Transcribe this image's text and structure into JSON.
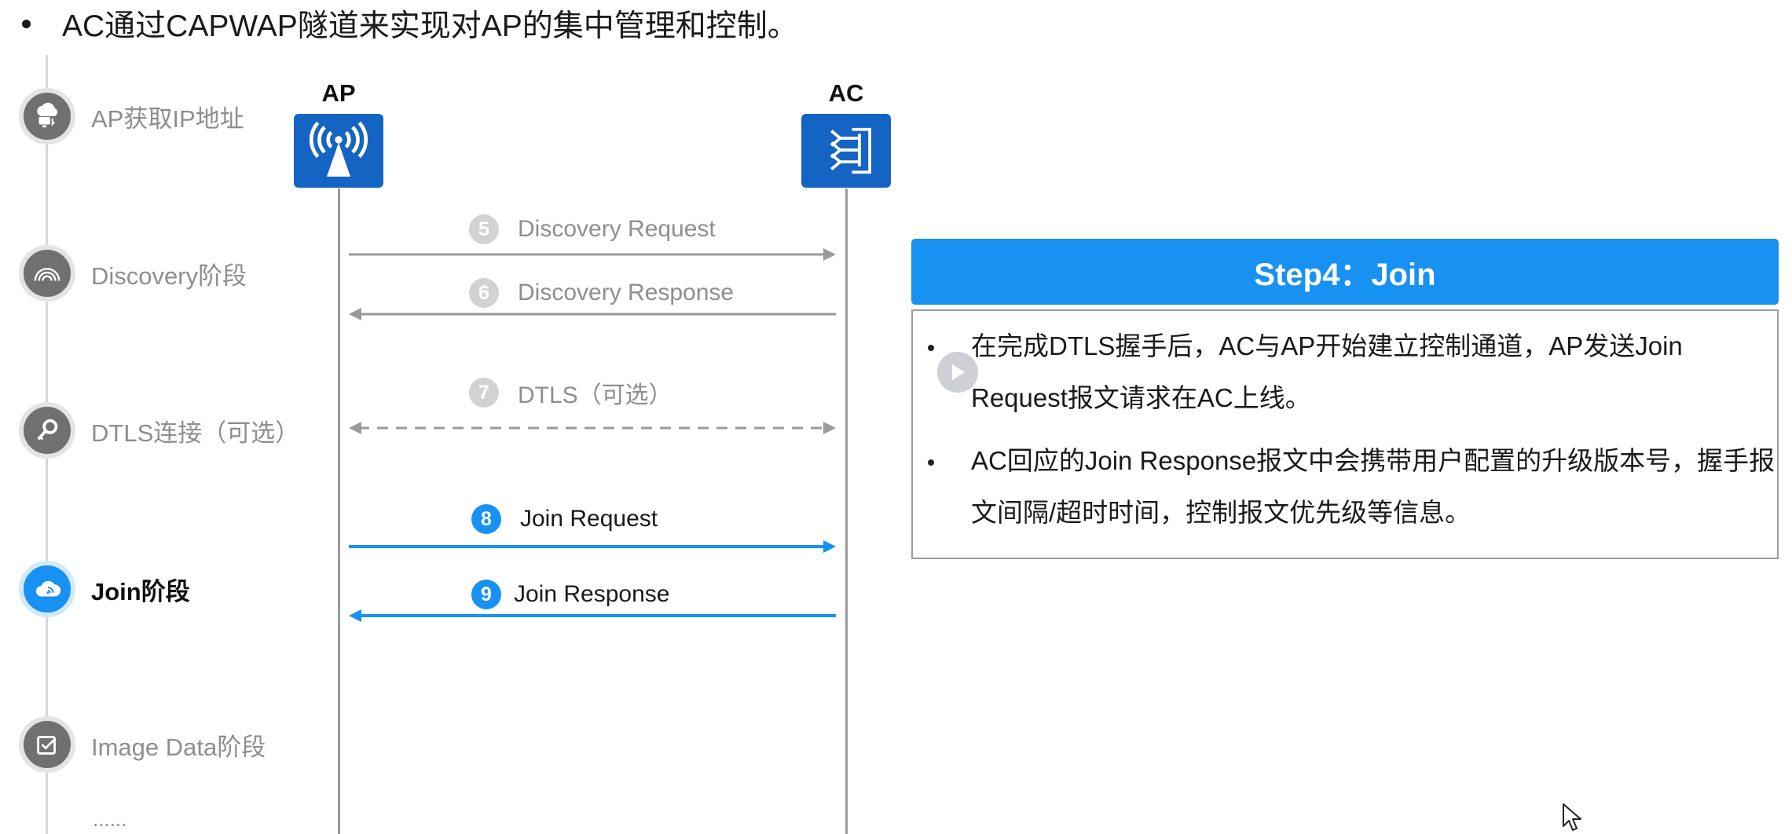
{
  "headline": "AC通过CAPWAP隧道来实现对AP的集中管理和控制。",
  "stages": [
    {
      "label": "AP获取IP地址",
      "icon": "cloud-computer-icon",
      "active": false
    },
    {
      "label": "Discovery阶段",
      "icon": "rainbow-icon",
      "active": false
    },
    {
      "label": "DTLS连接（可选）",
      "icon": "key-icon",
      "active": false
    },
    {
      "label": "Join阶段",
      "icon": "cloud-wifi-icon",
      "active": true
    },
    {
      "label": "Image Data阶段",
      "icon": "checkbox-icon",
      "active": false
    }
  ],
  "stages_more": "......",
  "entities": {
    "ap": {
      "name": "AP",
      "icon": "wireless-ap-icon"
    },
    "ac": {
      "name": "AC",
      "icon": "access-controller-icon"
    }
  },
  "messages": [
    {
      "num": "5",
      "label": "Discovery Request",
      "direction": "AP→AC",
      "style": "solid",
      "color": "#9a9a9a"
    },
    {
      "num": "6",
      "label": "Discovery Response",
      "direction": "AC→AP",
      "style": "solid",
      "color": "#9a9a9a"
    },
    {
      "num": "7",
      "label": "DTLS（可选）",
      "direction": "both",
      "style": "dashed",
      "color": "#9a9a9a"
    },
    {
      "num": "8",
      "label": "Join Request",
      "direction": "AP→AC",
      "style": "solid",
      "color": "#1791f2"
    },
    {
      "num": "9",
      "label": "Join Response",
      "direction": "AC→AP",
      "style": "solid",
      "color": "#1791f2"
    }
  ],
  "panel": {
    "title": "Step4：Join",
    "bullets": [
      "在完成DTLS握手后，AC与AP开始建立控制通道，AP发送Join Request报文请求在AC上线。",
      "AC回应的Join  Response报文中会携带用户配置的升级版本号，握手报文间隔/超时时间，控制报文优先级等信息。"
    ]
  },
  "colors": {
    "accent": "#1791f2",
    "entity": "#1464c3",
    "inactive": "#8e8e8e"
  }
}
